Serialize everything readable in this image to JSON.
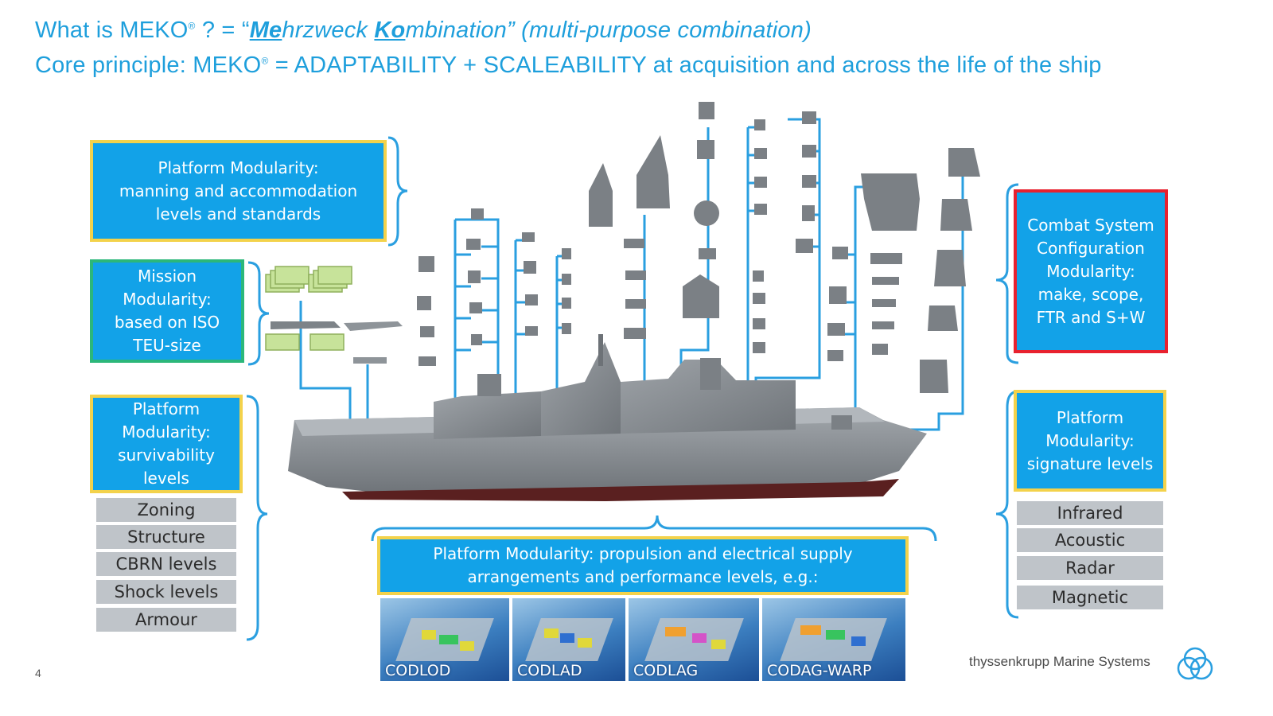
{
  "header": {
    "l1_a": "What is MEKO",
    "reg": "®",
    "l1_b": " ? = “",
    "me": "Me",
    "l1_c": "hrzweck ",
    "ko": "Ko",
    "l1_d": "mbination”  (multi-purpose  combination)",
    "l2_a": "Core principle:  MEKO",
    "l2_b": " = ADAPTABILITY + SCALEABILITY at acquisition  and across the life of the ship"
  },
  "boxes": {
    "platform_manning": "Platform  Modularity:\nmanning and accommodation\nlevels and standards",
    "mission": "Mission\nModularity:\nbased on ISO\nTEU-size",
    "survivability": "Platform\nModularity:\nsurvivability\nlevels",
    "combat": "Combat System\nConfiguration\nModularity:\nmake, scope,\nFTR and S+W",
    "signature": "Platform\nModularity:\nsignature levels",
    "propulsion": "Platform Modularity: propulsion and electrical supply\narrangements and performance levels, e.g.:"
  },
  "survivability_items": [
    "Zoning",
    "Structure",
    "CBRN levels",
    "Shock levels",
    "Armour"
  ],
  "signature_items": [
    "Infrared",
    "Acoustic",
    "Radar",
    "Magnetic"
  ],
  "propulsion_types": [
    "CODLOD",
    "CODLAD",
    "CODLAG",
    "CODAG-WARP"
  ],
  "footer": {
    "page": "4",
    "company": "thyssenkrupp Marine Systems"
  },
  "colors": {
    "title_blue": "#1e9fdc",
    "box_blue": "#12a2e8",
    "border_yellow": "#f3d24b",
    "border_green": "#2cb77a",
    "border_red": "#e8212e",
    "line_blue": "#2a9fe0",
    "hull_grey": "#8a8f95"
  },
  "icons": {
    "logo": "thyssenkrupp-logo-icon"
  }
}
